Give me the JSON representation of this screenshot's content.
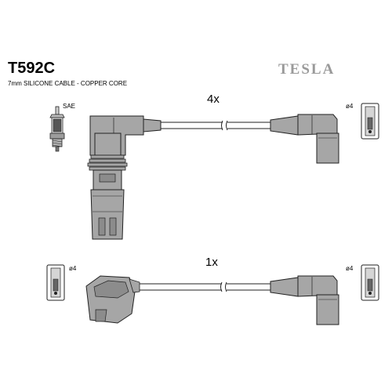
{
  "header": {
    "part_number": "T592C",
    "description": "7mm SILICONE CABLE - COPPER CORE",
    "brand": "TESLA"
  },
  "labels": {
    "spark_plug_standard": "SAE",
    "set1_quantity": "4x",
    "set2_quantity": "1x",
    "terminal_size_right_top": "ø4",
    "terminal_size_left_bottom": "ø4",
    "terminal_size_right_bottom": "ø4"
  },
  "colors": {
    "part_fill": "#a6a6a6",
    "part_stroke": "#222222",
    "brand_text": "#9a9a9a"
  }
}
